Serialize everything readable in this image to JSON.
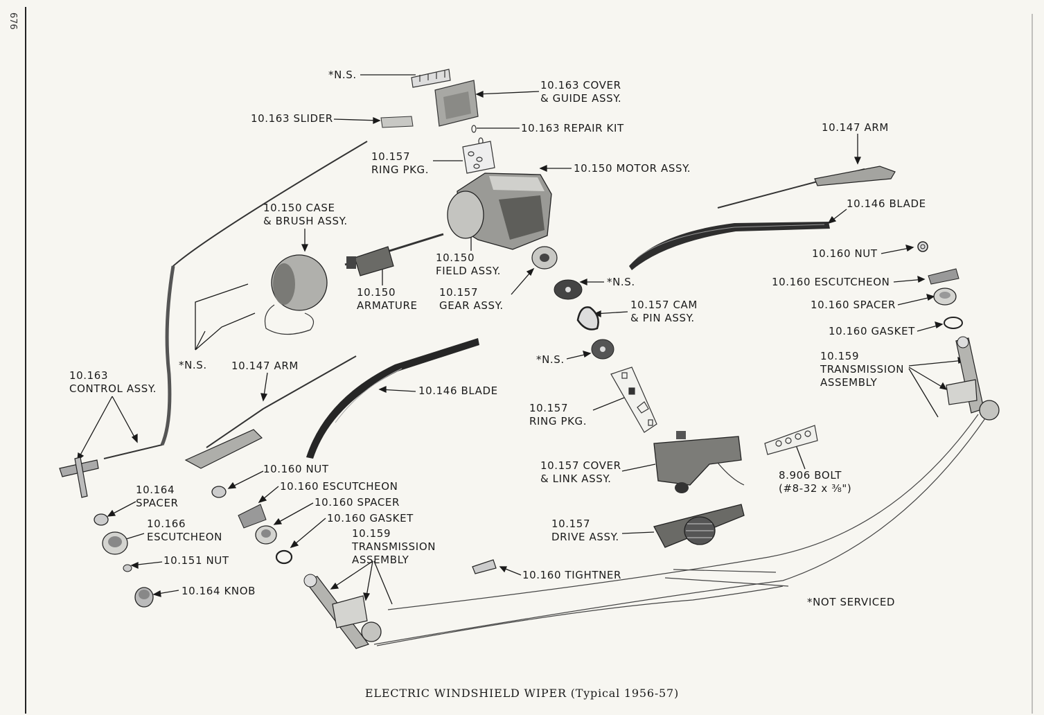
{
  "page_number": "676",
  "caption": "ELECTRIC WINDSHIELD WIPER (Typical 1956-57)",
  "footnote": "*NOT SERVICED",
  "labels": {
    "ns_top": [
      "*N.S."
    ],
    "cover_guide": [
      "10.163 COVER",
      "& GUIDE ASSY."
    ],
    "slider": [
      "10.163 SLIDER"
    ],
    "repair_kit": [
      "10.163 REPAIR KIT"
    ],
    "ring_pkg_top": [
      "10.157",
      "RING PKG."
    ],
    "motor_assy": [
      "10.150 MOTOR ASSY."
    ],
    "arm_right": [
      "10.147 ARM"
    ],
    "case_brush": [
      "10.150 CASE",
      "& BRUSH ASSY."
    ],
    "blade_right": [
      "10.146 BLADE"
    ],
    "field_assy": [
      "10.150",
      "FIELD ASSY."
    ],
    "armature": [
      "10.150",
      "ARMATURE"
    ],
    "gear_assy": [
      "10.157",
      "GEAR ASSY."
    ],
    "nut_right": [
      "10.160 NUT"
    ],
    "ns_mid": [
      "*N.S."
    ],
    "escutcheon_right": [
      "10.160 ESCUTCHEON"
    ],
    "spacer_right": [
      "10.160 SPACER"
    ],
    "cam_pin": [
      "10.157 CAM",
      "& PIN ASSY."
    ],
    "gasket_right": [
      "10.160 GASKET"
    ],
    "ns_left": [
      "*N.S."
    ],
    "arm_left": [
      "10.147 ARM"
    ],
    "ns_lower": [
      "*N.S."
    ],
    "trans_right": [
      "10.159",
      "TRANSMISSION",
      "ASSEMBLY"
    ],
    "control_assy": [
      "10.163",
      "CONTROL ASSY."
    ],
    "blade_left": [
      "10.146 BLADE"
    ],
    "ring_pkg_lower": [
      "10.157",
      "RING PKG."
    ],
    "cover_link": [
      "10.157 COVER",
      "& LINK ASSY."
    ],
    "bolt": [
      "8.906 BOLT",
      "(#8-32 x ⅜\")"
    ],
    "nut_left": [
      "10.160 NUT"
    ],
    "spacer_164": [
      "10.164",
      "SPACER"
    ],
    "escutcheon_left": [
      "10.160 ESCUTCHEON"
    ],
    "spacer_left": [
      "10.160 SPACER"
    ],
    "escutcheon_166": [
      "10.166",
      "ESCUTCHEON"
    ],
    "gasket_left": [
      "10.160 GASKET"
    ],
    "drive_assy": [
      "10.157",
      "DRIVE ASSY."
    ],
    "trans_left": [
      "10.159",
      "TRANSMISSION",
      "ASSEMBLY"
    ],
    "nut_151": [
      "10.151 NUT"
    ],
    "tightner": [
      "10.160 TIGHTNER"
    ],
    "knob": [
      "10.164 KNOB"
    ]
  }
}
